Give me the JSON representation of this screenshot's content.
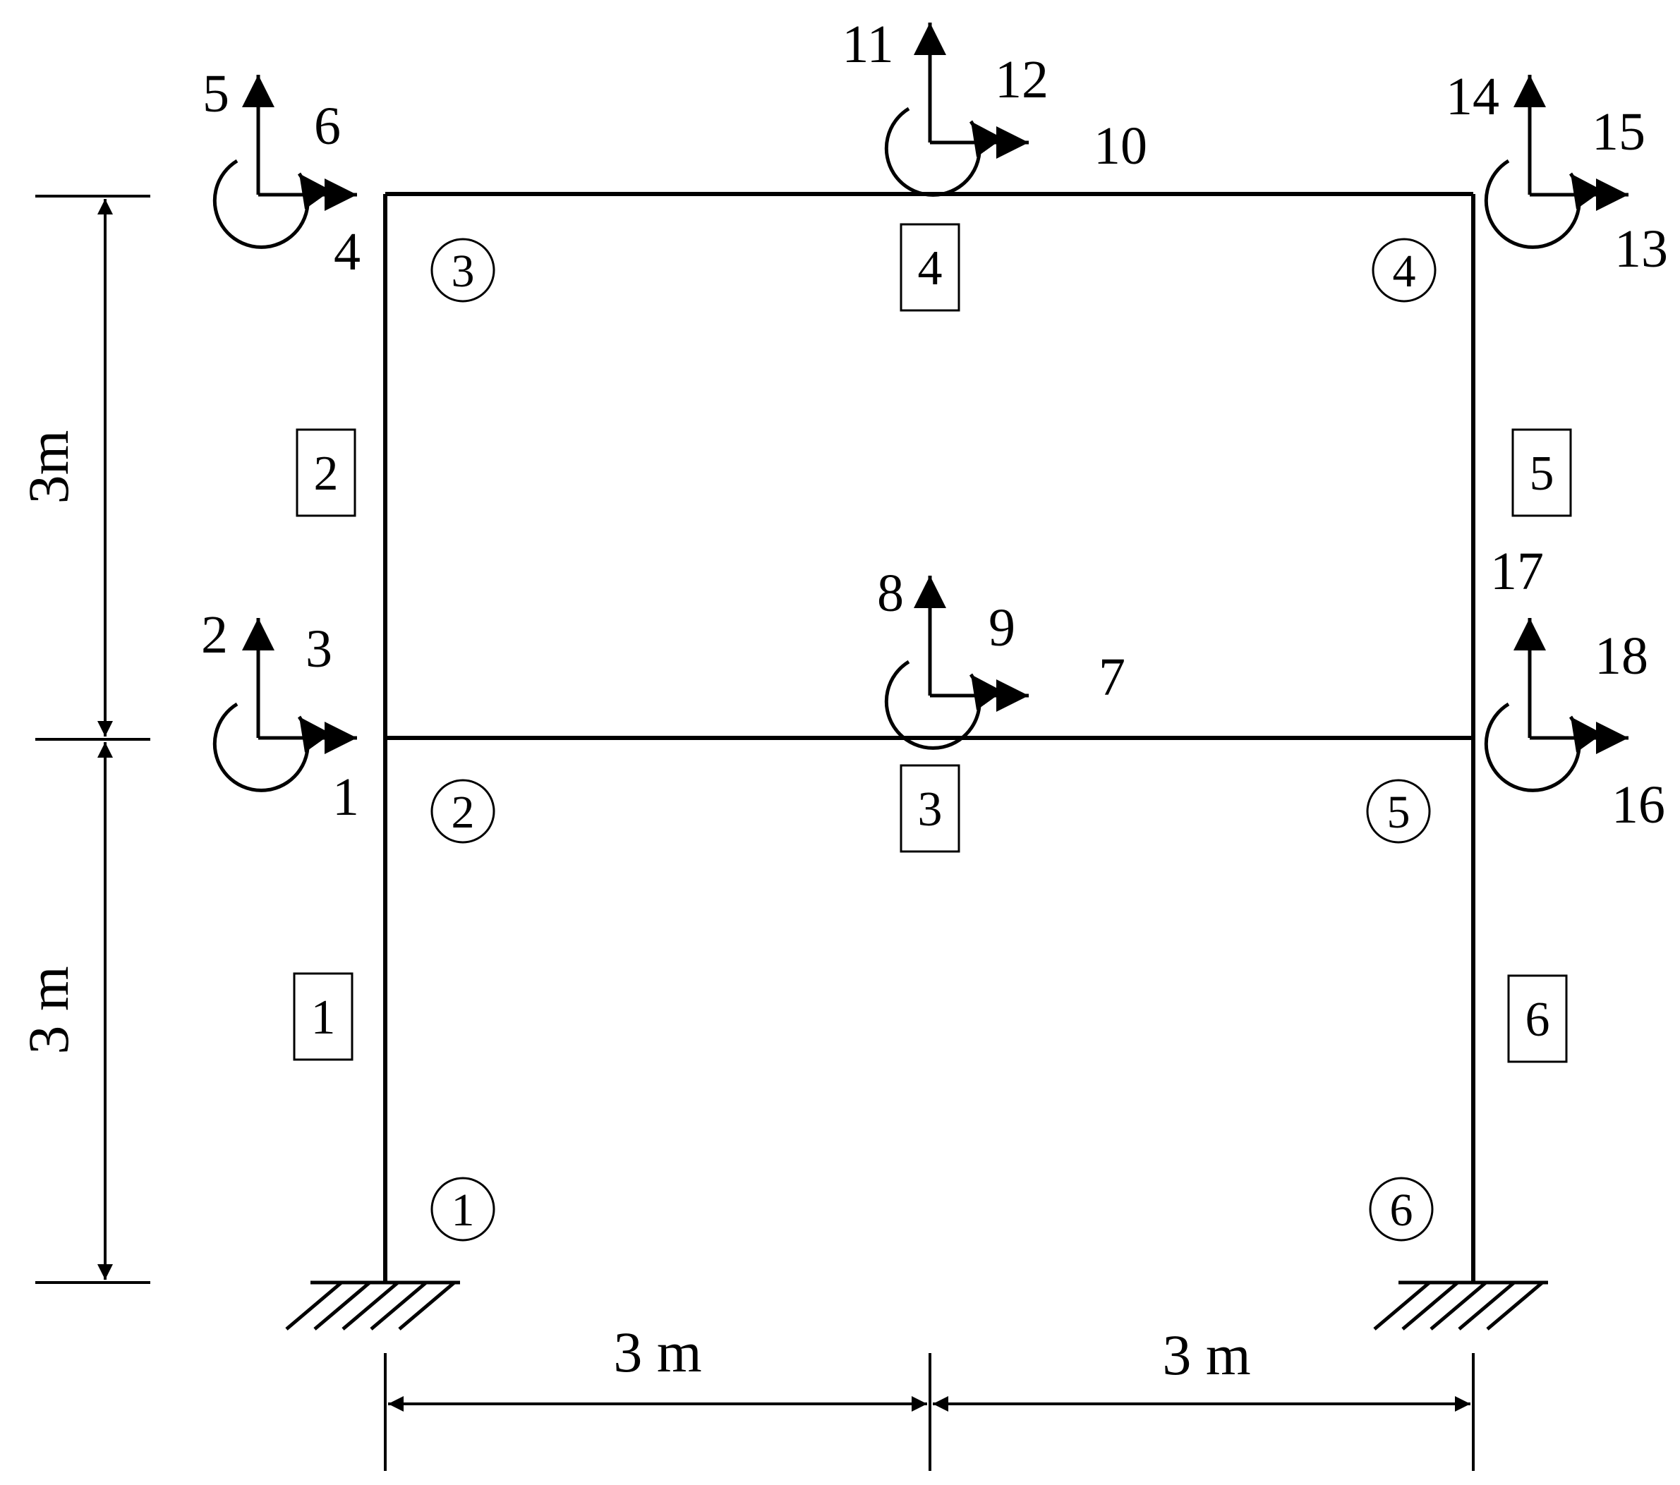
{
  "nodes": [
    {
      "label": "1"
    },
    {
      "label": "2"
    },
    {
      "label": "3"
    },
    {
      "label": "4"
    },
    {
      "label": "5"
    },
    {
      "label": "6"
    }
  ],
  "elements": [
    {
      "label": "1"
    },
    {
      "label": "2"
    },
    {
      "label": "3"
    },
    {
      "label": "4"
    },
    {
      "label": "5"
    },
    {
      "label": "6"
    }
  ],
  "dofs": [
    "1",
    "2",
    "3",
    "4",
    "5",
    "6",
    "7",
    "8",
    "9",
    "10",
    "11",
    "12",
    "13",
    "14",
    "15",
    "16",
    "17",
    "18"
  ],
  "dimensions": {
    "height_lower": "3 m",
    "height_upper": "3m",
    "span_left": "3 m",
    "span_right": "3 m"
  }
}
